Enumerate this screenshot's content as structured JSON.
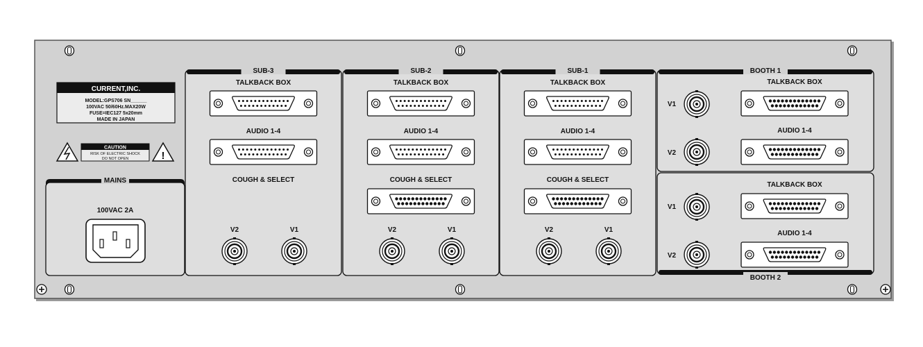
{
  "label_plate": {
    "company": "CURRENT,INC.",
    "model_line": "MODEL:GPS706 SN______",
    "power_line": "100VAC 50/60Hz.MAX20W",
    "fuse_line": "FUSE=IEC127 5x20mm",
    "origin_line": "MADE IN JAPAN"
  },
  "caution": {
    "title": "CAUTION",
    "line1": "RISK OF ELECTRIC SHOCK",
    "line2": "DO NOT OPEN"
  },
  "mains": {
    "header": "MAINS",
    "rating": "100VAC 2A"
  },
  "subs": [
    {
      "header": "SUB-3",
      "talkback": "TALKBACK BOX",
      "audio": "AUDIO 1-4",
      "cough": "COUGH & SELECT",
      "v2": "V2",
      "v1": "V1"
    },
    {
      "header": "SUB-2",
      "talkback": "TALKBACK BOX",
      "audio": "AUDIO 1-4",
      "cough": "COUGH & SELECT",
      "v2": "V2",
      "v1": "V1"
    },
    {
      "header": "SUB-1",
      "talkback": "TALKBACK BOX",
      "audio": "AUDIO 1-4",
      "cough": "COUGH & SELECT",
      "v2": "V2",
      "v1": "V1"
    }
  ],
  "booths": [
    {
      "header": "BOOTH 1",
      "talkback": "TALKBACK BOX",
      "audio": "AUDIO 1-4",
      "v1": "V1",
      "v2": "V2"
    },
    {
      "header": "BOOTH 2",
      "talkback": "TALKBACK BOX",
      "audio": "AUDIO 1-4",
      "v1": "V1",
      "v2": "V2"
    }
  ],
  "colors": {
    "panel": "#d2d2d2",
    "section": "#dedede",
    "ink": "#111111"
  }
}
